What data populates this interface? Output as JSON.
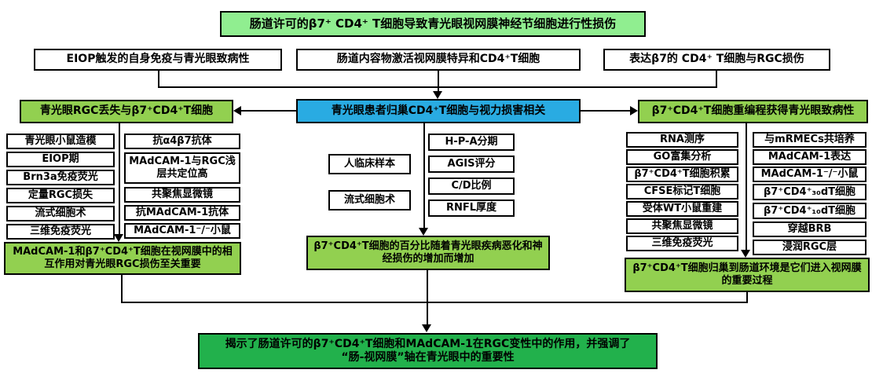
{
  "figure_type": "flowchart",
  "colors": {
    "title_green": "#90EE90",
    "node_green": "#92D050",
    "node_blue": "#29ABE2",
    "conclusion_dark_green": "#22B14C",
    "line": "#000000"
  },
  "title": "肠道许可的β7⁺ CD4⁺ T细胞导致青光眼视网膜神经节细胞进行性损伤",
  "row2": {
    "left": "EIOP触发的自身免疫与青光眼致病性",
    "center": "肠道内容物激活视网膜特异和CD4⁺T细胞",
    "right": "表达β7的 CD4⁺ T细胞与RGC损伤"
  },
  "row3": {
    "left": "青光眼RGC丢失与β7⁺CD4⁺T细胞",
    "center": "青光眼患者归巢CD4⁺T细胞与视力损害相关",
    "right": "β7⁺CD4⁺T细胞重编程获得青光眼致病性"
  },
  "left_methods": {
    "col1": [
      "青光眼小鼠造模",
      "EIOP期",
      "Brn3a免疫荧光",
      "定量RGC损失",
      "流式细胞术",
      "三维免疫荧光"
    ],
    "col2": [
      "抗α4β7抗体",
      "MAdCAM-1与RGC浅层共定位高",
      "共聚焦显微镜",
      "抗MAdCAM-1抗体",
      "MAdCAM-1⁻/⁻小鼠"
    ]
  },
  "center_methods": {
    "col1": [
      "人临床样本",
      "流式细胞术"
    ],
    "col2": [
      "H-P-A分期",
      "AGIS评分",
      "C/D比例",
      "RNFL厚度"
    ]
  },
  "right_methods": {
    "col1": [
      "RNA测序",
      "GO富集分析",
      "β7⁺CD4⁺T细胞积累",
      "CFSE标记T细胞",
      "受体WT小鼠重建",
      "共聚焦显微镜",
      "三维免疫荧光"
    ],
    "col2": [
      "与mRMECs共培养",
      "MAdCAM-1表达",
      "MAdCAM-1⁻/⁻小鼠",
      "β7⁺CD4⁺₃₀dT细胞",
      "β7⁺CD4⁺₁₀dT细胞",
      "穿越BRB",
      "浸润RGC层"
    ]
  },
  "conclusions": {
    "left": "MAdCAM-1和β7⁺CD4⁺T细胞在视网膜中的相互作用对青光眼RGC损伤至关重要",
    "center": "β7⁺CD4⁺T细胞的百分比随着青光眼疾病恶化和神经损伤的增加而增加",
    "right": "β7⁺CD4⁺T细胞归巢到肠道环境是它们进入视网膜的重要过程"
  },
  "bottom": {
    "line1": "揭示了肠道许可的β7⁺CD4⁺T细胞和MAdCAM-1在RGC变性中的作用，并强调了",
    "line2": "“肠-视网膜”轴在青光眼中的重要性"
  }
}
